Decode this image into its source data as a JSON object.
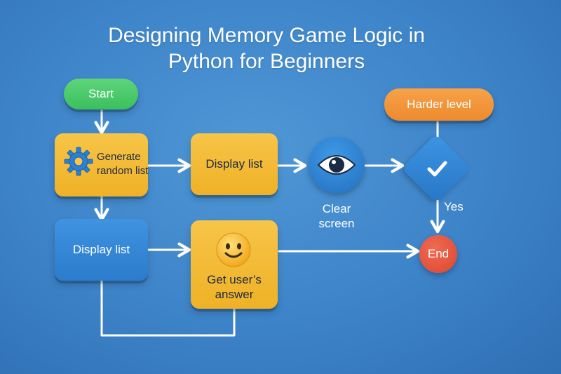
{
  "title": {
    "line1": "Designing Memory Game Logic in",
    "line2": "Python for Beginners"
  },
  "nodes": {
    "start": "Start",
    "harder_level": "Harder level",
    "generate": "Generate random list",
    "display_list_top": "Display list",
    "clear_screen": "Clear screen",
    "display_list_bottom": "Display list",
    "get_answer": "Get user’s answer",
    "end": "End"
  },
  "edge_labels": {
    "yes": "Yes"
  },
  "icons": {
    "gear": "gear-icon",
    "eye": "eye-icon",
    "check": "checkmark-icon",
    "smiley": "smiley-icon"
  },
  "colors": {
    "background": "#3d83c8",
    "start": "#3bbf5e",
    "harder_level": "#ee8a2e",
    "process": "#efb126",
    "display_bottom": "#2b7ccc",
    "end": "#dc4630",
    "connector": "#ffffff"
  }
}
